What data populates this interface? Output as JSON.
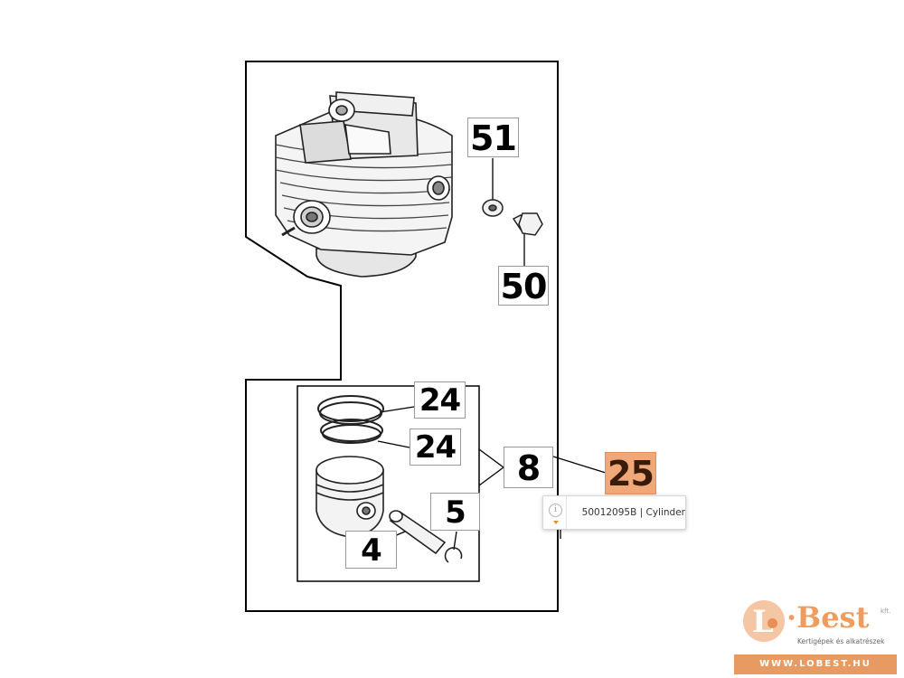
{
  "callouts": {
    "p51": "51",
    "p50": "50",
    "p24a": "24",
    "p24b": "24",
    "p8": "8",
    "p25": "25",
    "p5": "5",
    "p4": "4"
  },
  "tooltip": {
    "icon": "info-icon",
    "text": "50012095B | Cylinder"
  },
  "logo": {
    "mark": "L",
    "name": "Best",
    "suffix": "kft.",
    "tagline": "Kertigépek és alkatrészek",
    "url": "WWW.LOBEST.HU"
  },
  "colors": {
    "highlight": "#f0a878",
    "brand": "#e89a63"
  }
}
